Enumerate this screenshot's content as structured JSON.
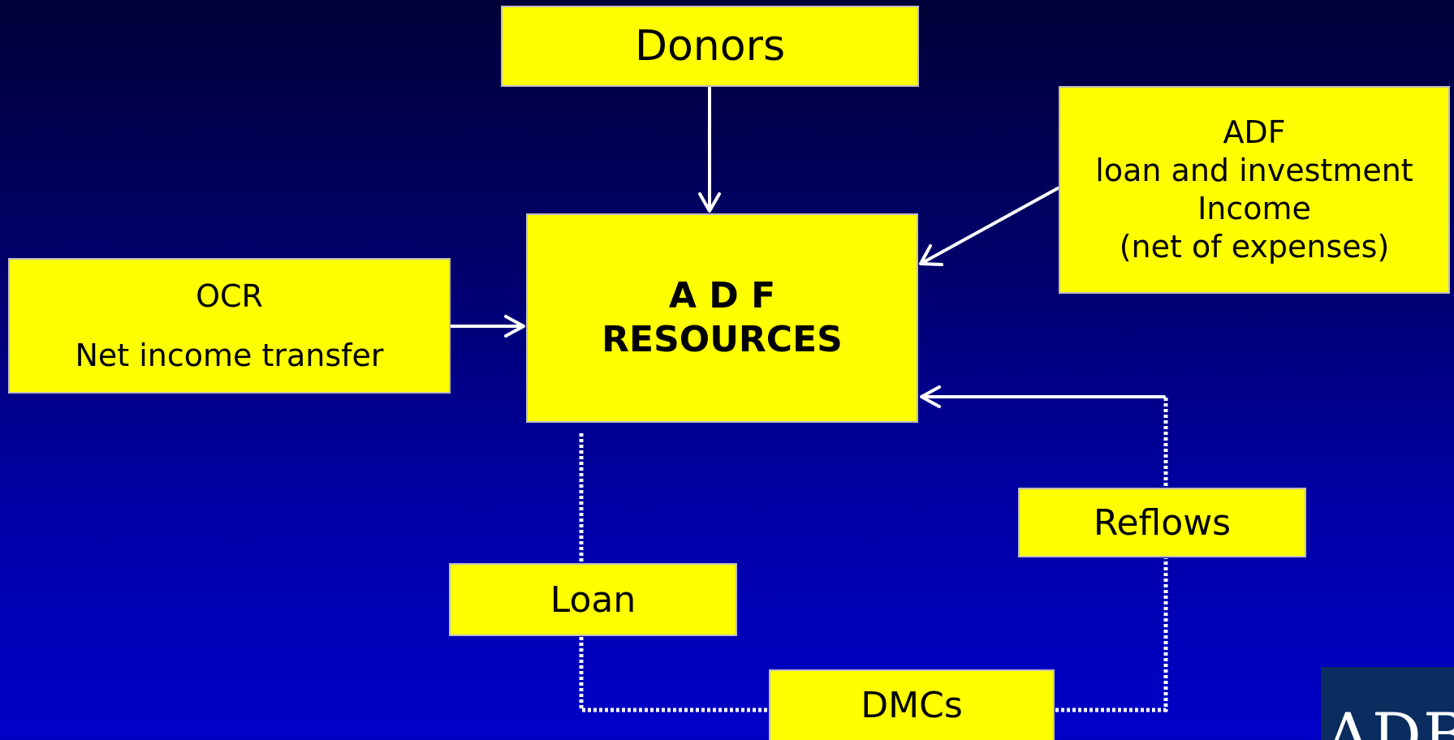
{
  "boxes": {
    "donors": "Donors",
    "adf_income": [
      "ADF",
      "loan and investment",
      "Income",
      "(net of expenses)"
    ],
    "ocr": [
      "OCR",
      "Net income transfer"
    ],
    "resources": [
      "A D F",
      "RESOURCES"
    ],
    "reflows": "Reflows",
    "loan": "Loan",
    "dmcs": "DMCs"
  },
  "logo": {
    "text": "ADB"
  },
  "colors": {
    "box_fill": "#ffff00",
    "box_border": "#bdbdbd",
    "connector": "#ffffff",
    "background_top": "#000038",
    "background_bottom": "#0000c8"
  }
}
